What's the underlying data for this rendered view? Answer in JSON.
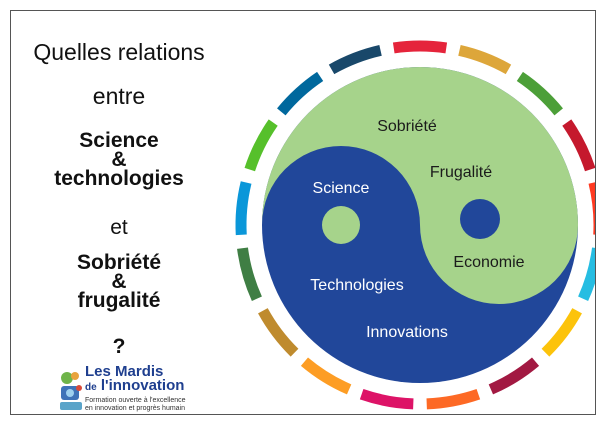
{
  "left": {
    "line1": "Quelles relations",
    "line2": "entre",
    "science": "Science",
    "amp1": "&",
    "technologies": "technologies",
    "et": "et",
    "sobriete": "Sobriété",
    "amp2": "&",
    "frugalite": "frugalité",
    "question": "?"
  },
  "logo": {
    "title": "Les Mardis",
    "subtitle_small": "de",
    "subtitle": "l'innovation",
    "tagline_1": "Formation ouverte à l'excellence",
    "tagline_2": "en innovation et progrès humain"
  },
  "diagram": {
    "labels": {
      "sobriete": "Sobriété",
      "frugalite": "Frugalité",
      "science": "Science",
      "economie": "Economie",
      "technologies": "Technologies",
      "innovations": "Innovations"
    },
    "colors": {
      "green": "#a6d38b",
      "blue": "#21479a",
      "text_dark": "#1b1b1b",
      "text_light": "#ffffff"
    },
    "ring_colors": [
      "#e5243b",
      "#dda63a",
      "#4c9f38",
      "#c5192d",
      "#ff3a21",
      "#26bde2",
      "#fcc30b",
      "#a21942",
      "#fd6925",
      "#dd1367",
      "#fd9d24",
      "#bf8b2e",
      "#3f7e44",
      "#0a97d9",
      "#56c02b",
      "#00689d",
      "#19486a"
    ]
  }
}
